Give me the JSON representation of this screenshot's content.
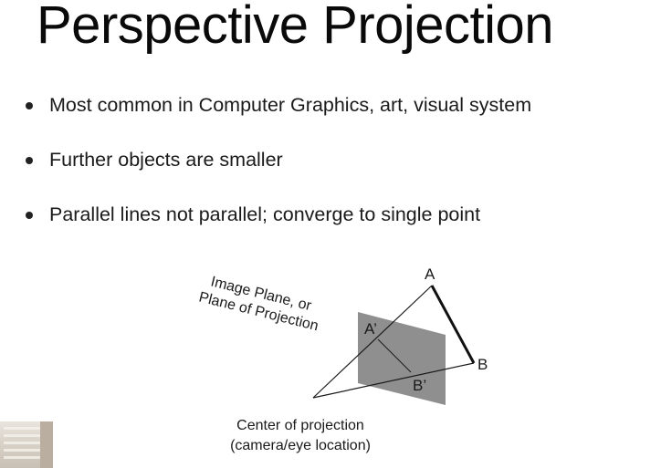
{
  "slide": {
    "title": "Perspective Projection",
    "bullets": [
      "Most common in Computer Graphics, art, visual system",
      "Further objects are smaller",
      "Parallel lines not parallel; converge to single point"
    ]
  },
  "diagram": {
    "image_plane_label_line1": "Image Plane, or",
    "image_plane_label_line2": "Plane of Projection",
    "point_a": "A",
    "point_b": "B",
    "point_a_prime": "A’",
    "point_b_prime": "B’",
    "center_label_line1": "Center of projection",
    "center_label_line2": "(camera/eye location)"
  },
  "colors": {
    "plane_fill": "#8f8f8f",
    "text": "#1a1a1a",
    "line": "#1a1a1a"
  }
}
